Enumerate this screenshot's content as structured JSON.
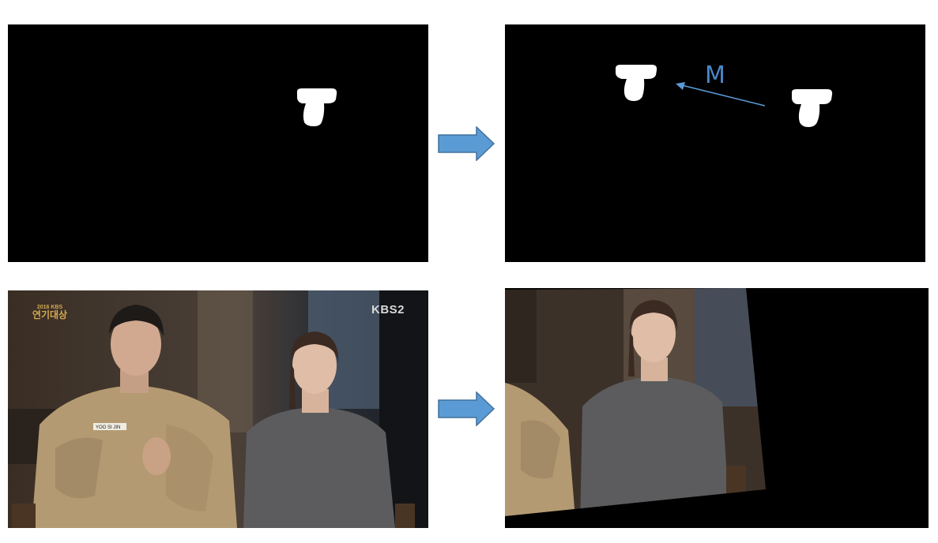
{
  "diagram": {
    "annotation_label": "M",
    "video_overlay": {
      "channel_logo": "KBS2",
      "award_logo_top": "2016 KBS",
      "award_logo_title": "연기대상",
      "nametag": "YOO SI JIN"
    },
    "colors": {
      "arrow_fill": "#5b9bd5",
      "arrow_stroke": "#41719c",
      "label_color": "#4a86c8",
      "background": "#000000"
    }
  }
}
